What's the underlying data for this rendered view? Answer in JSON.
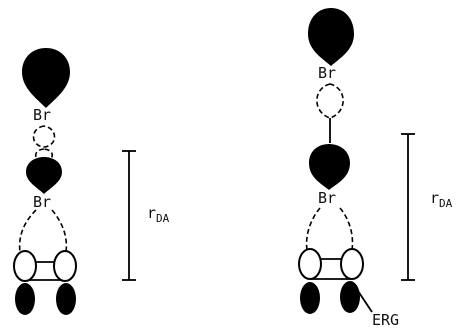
{
  "left_panel": {
    "top_atom_label": "Br",
    "bottom_atom_label": "Br",
    "distance_symbol": "r",
    "distance_subscript": "DA"
  },
  "right_panel": {
    "top_atom_label": "Br",
    "bottom_atom_label": "Br",
    "distance_symbol": "r",
    "distance_subscript": "DA",
    "substituent_label": "ERG"
  },
  "colors": {
    "ink": "#000000",
    "background": "#ffffff"
  }
}
